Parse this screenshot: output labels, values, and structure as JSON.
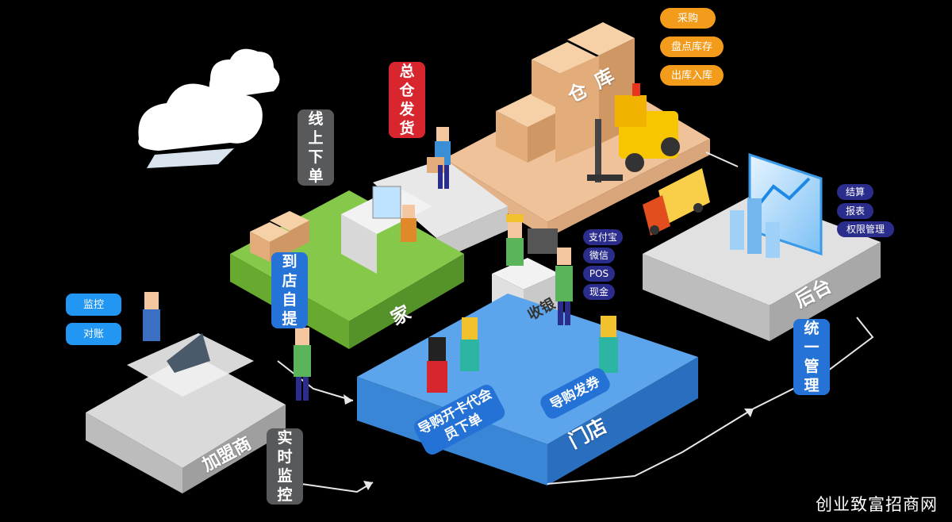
{
  "warehouse": {
    "label": "仓库"
  },
  "warehouse_functions": [
    "采购",
    "盘点库存",
    "出库入库"
  ],
  "badges": {
    "central_ship": "总仓发货",
    "online_order": "线上下单",
    "store_pickup": "到店自提",
    "realtime_monitor": "实时监控",
    "unified_manage": "统一管理"
  },
  "home": {
    "label": "家"
  },
  "cashier": {
    "label": "收银"
  },
  "payment_methods": [
    "支付宝",
    "微信",
    "POS",
    "现金"
  ],
  "backend": {
    "label": "后台"
  },
  "backend_functions": [
    "结算",
    "报表",
    "权限管理"
  ],
  "franchisee": {
    "label": "加盟商"
  },
  "franchisee_functions": [
    "监控",
    "对账"
  ],
  "store": {
    "label": "门店"
  },
  "store_guides": {
    "card_order": "导购开卡代会员下单",
    "coupons": "导购发券"
  },
  "watermark": "创业致富招商网",
  "colors": {
    "warehouse": "#f0c29a",
    "home": "#7ac13f",
    "store": "#4a94e2",
    "backend": "#d5d5d5",
    "franchisee": "#c9c9c9",
    "orange_tag": "#f39c1c",
    "blue_tag": "#2196f3",
    "navy_tag": "#2b2d8c"
  }
}
